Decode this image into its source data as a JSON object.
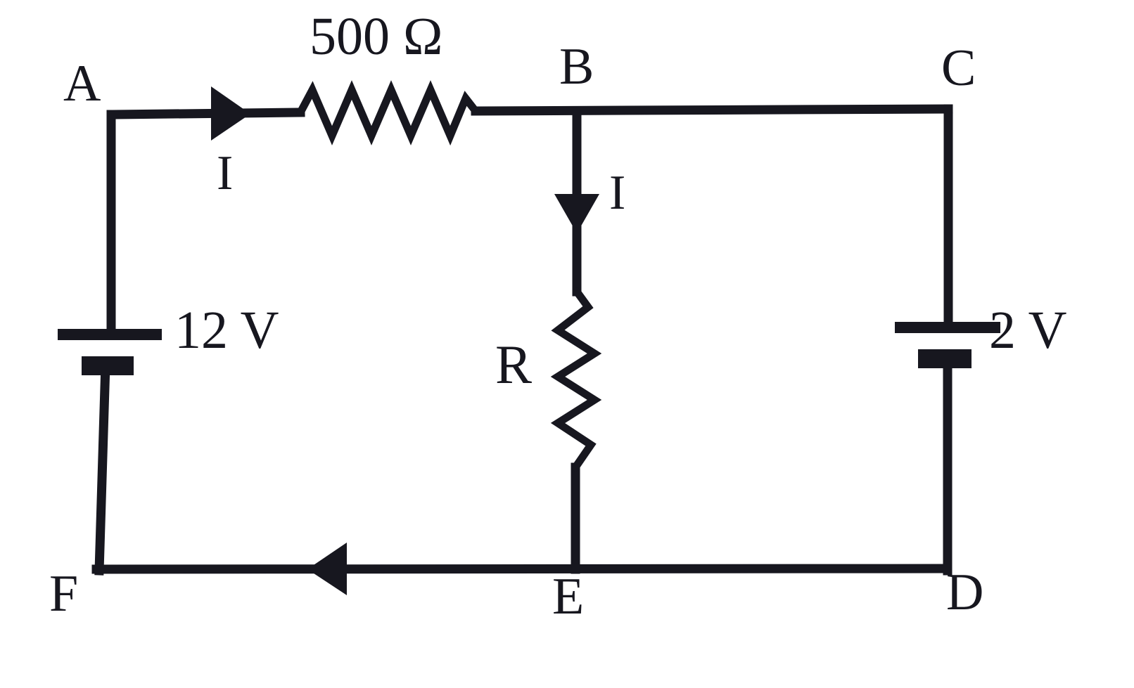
{
  "diagram": {
    "title": "Two-loop DC circuit with 500 ohm resistor, unknown resistor R, 12 V and 2 V sources",
    "stroke_color": "#17171f",
    "background_color": "#ffffff"
  },
  "nodes": [
    {
      "id": "A",
      "label": "A"
    },
    {
      "id": "B",
      "label": "B"
    },
    {
      "id": "C",
      "label": "C"
    },
    {
      "id": "D",
      "label": "D"
    },
    {
      "id": "E",
      "label": "E"
    },
    {
      "id": "F",
      "label": "F"
    }
  ],
  "components": {
    "resistor_top": {
      "label": "500 Ω",
      "value": "500",
      "unit": "Ω",
      "orientation": "horizontal",
      "between": "A-B"
    },
    "resistor_middle": {
      "label": "R",
      "value": "R",
      "unit": "",
      "orientation": "vertical",
      "between": "B-E"
    },
    "battery_left": {
      "label": "12 V",
      "value": "12",
      "unit": "V",
      "orientation": "vertical",
      "between": "A-F"
    },
    "battery_right": {
      "label": "2 V",
      "value": "2",
      "unit": "V",
      "orientation": "vertical",
      "between": "C-D"
    }
  },
  "currents": [
    {
      "id": "I-top",
      "label": "I",
      "direction": "right",
      "branch": "A-B"
    },
    {
      "id": "I-middle",
      "label": "I",
      "direction": "down",
      "branch": "B-E"
    },
    {
      "id": "I-bottom",
      "label": "",
      "direction": "left",
      "branch": "D-F"
    }
  ]
}
